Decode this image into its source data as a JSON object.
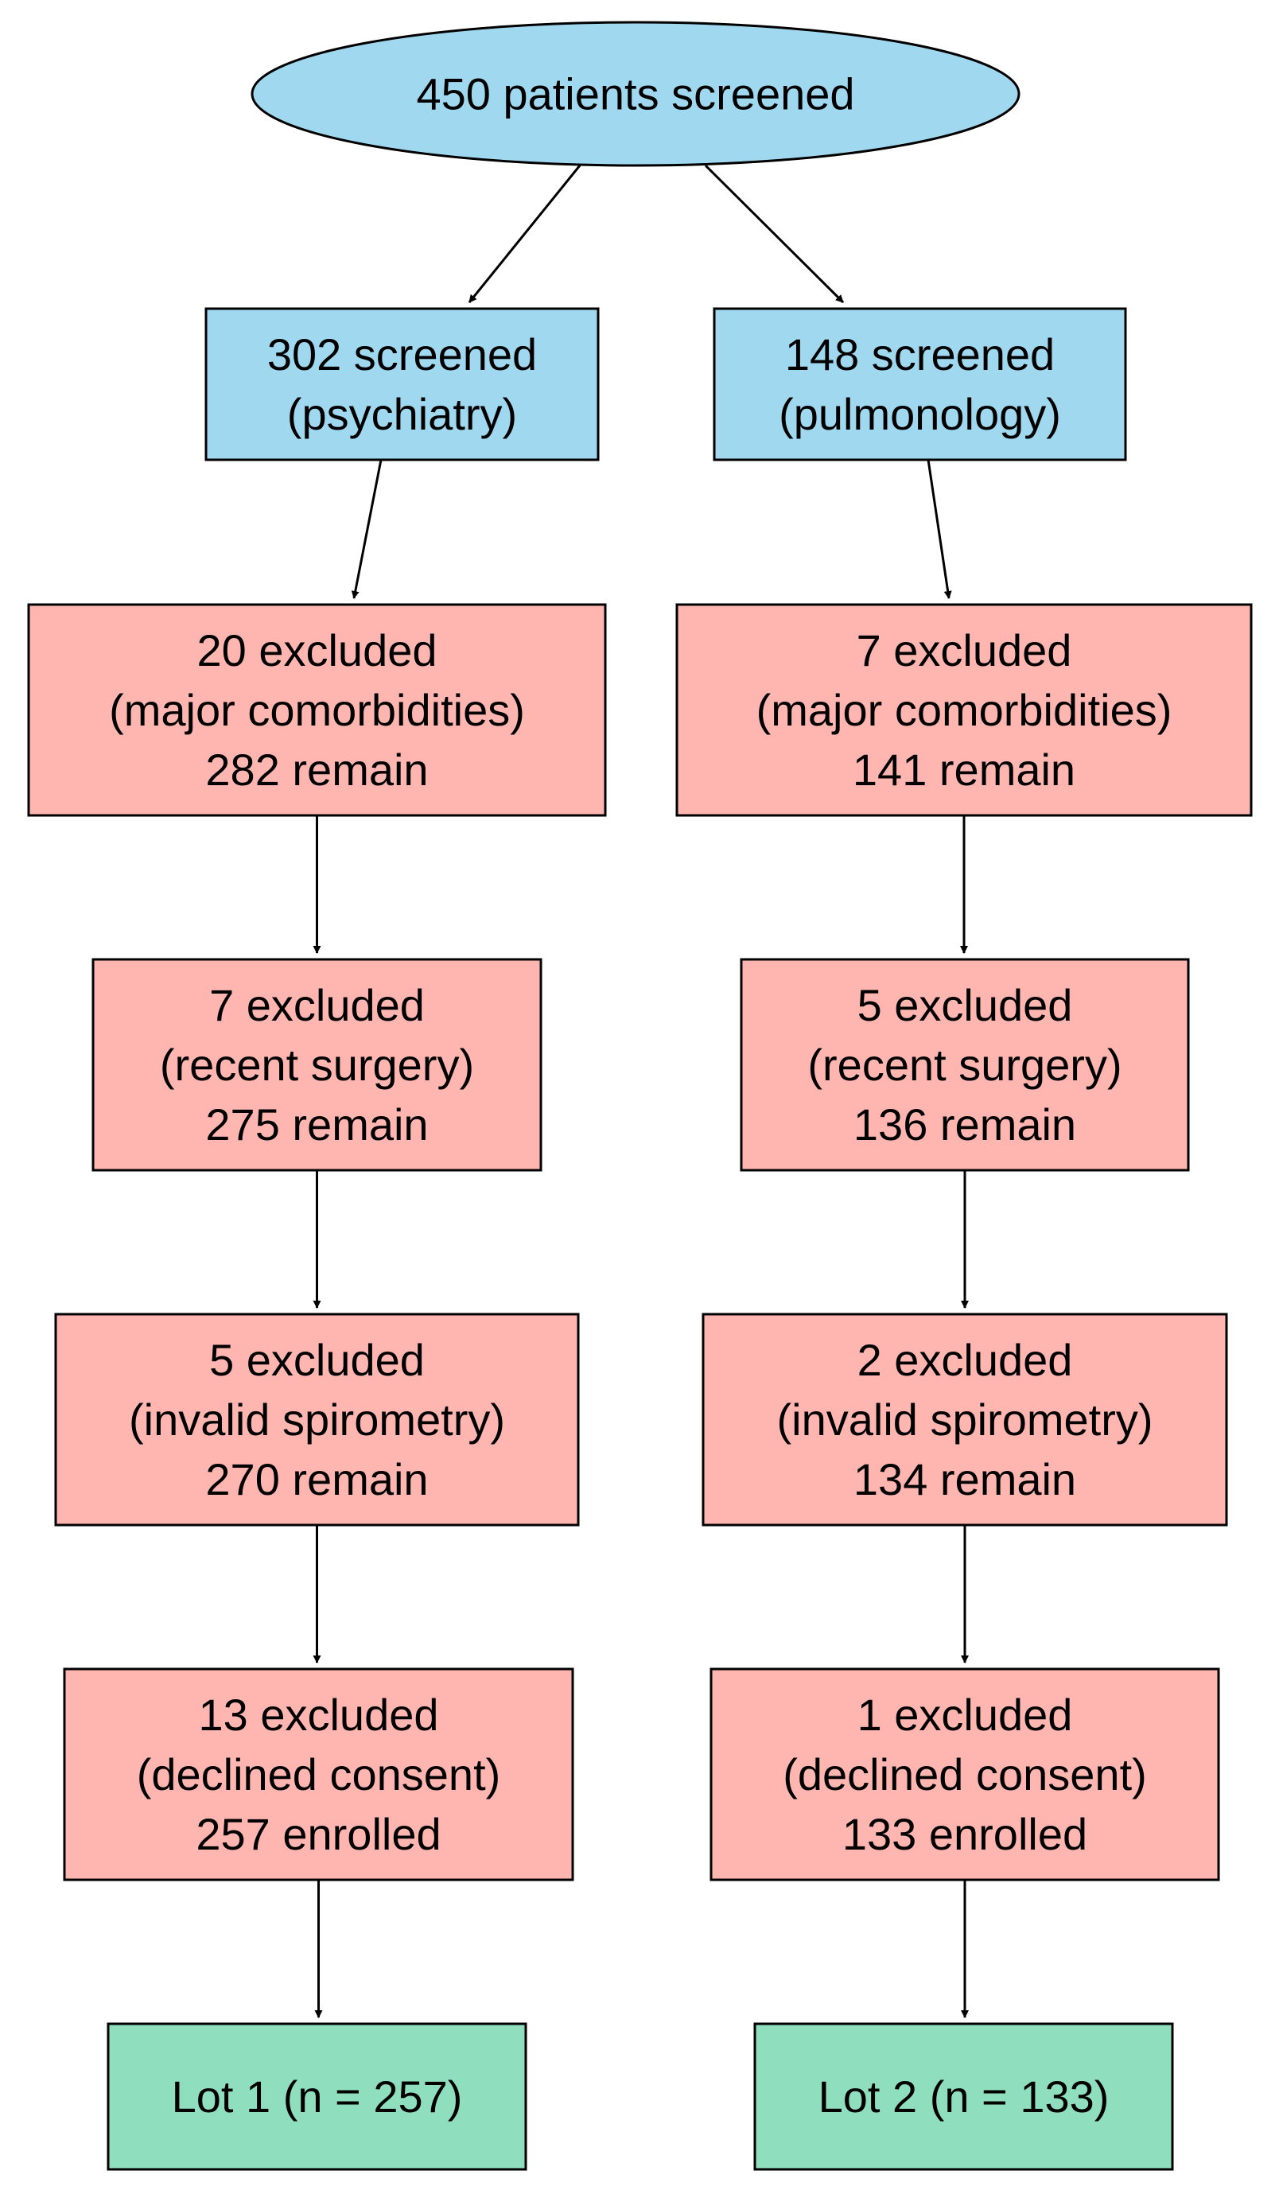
{
  "colors": {
    "blue": "#a0d8f0",
    "red": "#ffb6b1",
    "green": "#8fdfbf",
    "stroke": "#000000"
  },
  "root": {
    "label": "450 patients screened"
  },
  "branches": [
    {
      "id": "psychiatry",
      "screened": [
        "302 screened",
        "(psychiatry)"
      ],
      "steps": [
        [
          "20 excluded",
          "(major comorbidities)",
          "282 remain"
        ],
        [
          "7 excluded",
          "(recent surgery)",
          "275 remain"
        ],
        [
          "5 excluded",
          "(invalid spirometry)",
          "270 remain"
        ],
        [
          "13 excluded",
          "(declined consent)",
          "257 enrolled"
        ]
      ],
      "lot": "Lot 1 (n = 257)"
    },
    {
      "id": "pulmonology",
      "screened": [
        "148 screened",
        "(pulmonology)"
      ],
      "steps": [
        [
          "7 excluded",
          "(major comorbidities)",
          "141 remain"
        ],
        [
          "5 excluded",
          "(recent surgery)",
          "136 remain"
        ],
        [
          "2 excluded",
          "(invalid spirometry)",
          "134 remain"
        ],
        [
          "1 excluded",
          "(declined consent)",
          "133 enrolled"
        ]
      ],
      "lot": "Lot 2 (n = 133)"
    }
  ]
}
